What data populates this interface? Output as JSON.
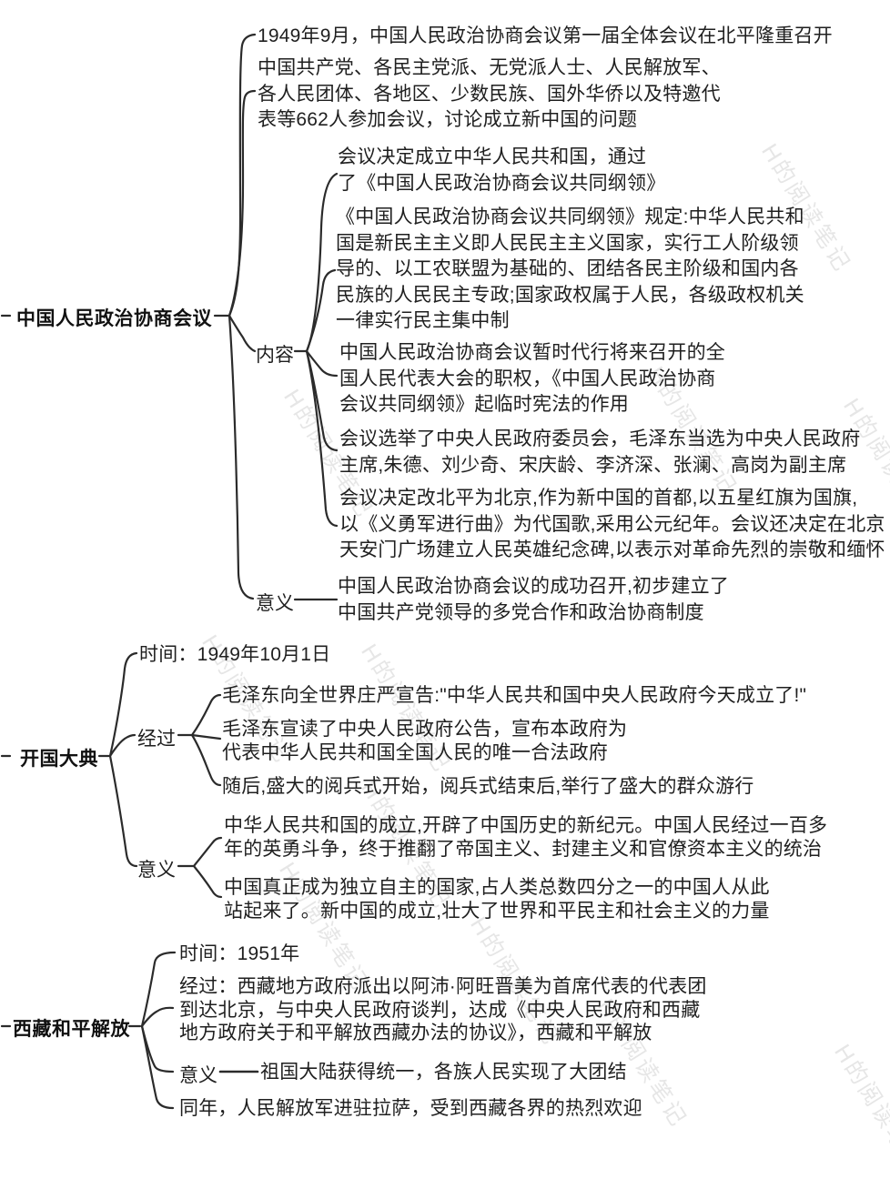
{
  "watermark": "H的阅读笔记",
  "colors": {
    "text": "#1f1f1f",
    "line": "#2b2b2b",
    "background": "#ffffff"
  },
  "topics": [
    {
      "label": "中国人民政治协商会议",
      "children": [
        {
          "text": "1949年9月，中国人民政治协商会议第一届全体会议在北平隆重召开"
        },
        {
          "text": "中国共产党、各民主党派、无党派人士、人民解放军、\n各人民团体、各地区、少数民族、国外华侨以及特邀代\n表等662人参加会议，讨论成立新中国的问题"
        },
        {
          "label": "内容",
          "children": [
            {
              "text": "会议决定成立中华人民共和国，通过\n了《中国人民政治协商会议共同纲领》"
            },
            {
              "text": "《中国人民政治协商会议共同纲领》规定:中华人民共和\n国是新民主主义即人民民主主义国家，实行工人阶级领\n导的、以工农联盟为基础的、团结各民主阶级和国内各\n民族的人民民主专政;国家政权属于人民，各级政权机关\n一律实行民主集中制"
            },
            {
              "text": "中国人民政治协商会议暂时代行将来召开的全\n国人民代表大会的职权，《中国人民政治协商\n会议共同纲领》起临时宪法的作用"
            },
            {
              "text": "会议选举了中央人民政府委员会，毛泽东当选为中央人民政府\n主席,朱德、刘少奇、宋庆龄、李济深、张澜、高岗为副主席"
            },
            {
              "text": "会议决定改北平为北京,作为新中国的首都,以五星红旗为国旗,\n以《义勇军进行曲》为代国歌,采用公元纪年。会议还决定在北京\n天安门广场建立人民英雄纪念碑,以表示对革命先烈的崇敬和缅怀"
            }
          ]
        },
        {
          "label": "意义",
          "children": [
            {
              "text": "中国人民政治协商会议的成功召开,初步建立了\n中国共产党领导的多党合作和政治协商制度"
            }
          ]
        }
      ]
    },
    {
      "label": "开国大典",
      "children": [
        {
          "text": "时间：1949年10月1日"
        },
        {
          "label": "经过",
          "children": [
            {
              "text": "毛泽东向全世界庄严宣告:\"中华人民共和国中央人民政府今天成立了!\""
            },
            {
              "text": "毛泽东宣读了中央人民政府公告，宣布本政府为\n代表中华人民共和国全国人民的唯一合法政府"
            },
            {
              "text": "随后,盛大的阅兵式开始，阅兵式结束后,举行了盛大的群众游行"
            }
          ]
        },
        {
          "label": "意义",
          "children": [
            {
              "text": "中华人民共和国的成立,开辟了中国历史的新纪元。中国人民经过一百多\n年的英勇斗争，终于推翻了帝国主义、封建主义和官僚资本主义的统治"
            },
            {
              "text": "中国真正成为独立自主的国家,占人类总数四分之一的中国人从此\n站起来了。新中国的成立,壮大了世界和平民主和社会主义的力量"
            }
          ]
        }
      ]
    },
    {
      "label": "西藏和平解放",
      "children": [
        {
          "text": "时间：1951年"
        },
        {
          "text": "经过：西藏地方政府派出以阿沛·阿旺晋美为首席代表的代表团\n到达北京，与中央人民政府谈判，达成《中央人民政府和西藏\n地方政府关于和平解放西藏办法的协议》，西藏和平解放"
        },
        {
          "label": "意义",
          "children": [
            {
              "text": "祖国大陆获得统一，各族人民实现了大团结"
            }
          ]
        },
        {
          "text": "同年，人民解放军进驻拉萨，受到西藏各界的热烈欢迎"
        }
      ]
    }
  ]
}
